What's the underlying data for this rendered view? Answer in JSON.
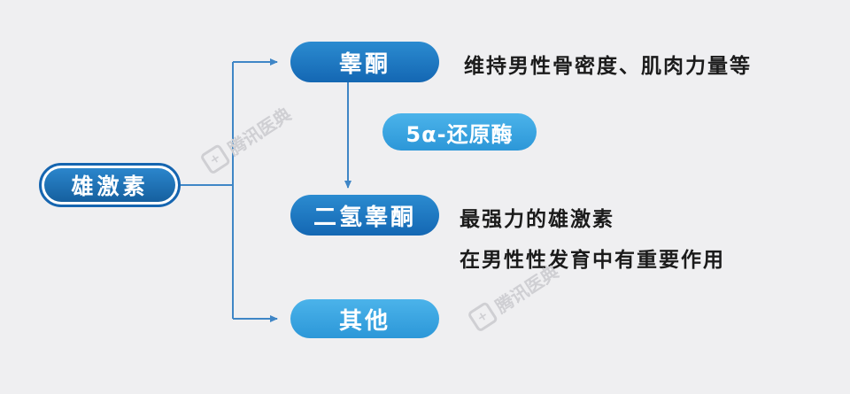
{
  "root": {
    "label": "雄激素"
  },
  "nodes": {
    "testosterone": "睾酮",
    "enzyme": "5α-还原酶",
    "dht": "二氢睾酮",
    "other": "其他"
  },
  "descriptions": {
    "testosterone": "维持男性骨密度、肌肉力量等",
    "dht_line1": "最强力的雄激素",
    "dht_line2": "在男性性发育中有重要作用"
  },
  "watermark": {
    "text": "腾讯医典",
    "icon": "medical-book-icon"
  },
  "colors": {
    "background": "#efeff1",
    "dark_pill": "#1a6fb8",
    "light_pill": "#3aa6e2",
    "connector": "#3f86c6",
    "text": "#1b1b1b"
  }
}
